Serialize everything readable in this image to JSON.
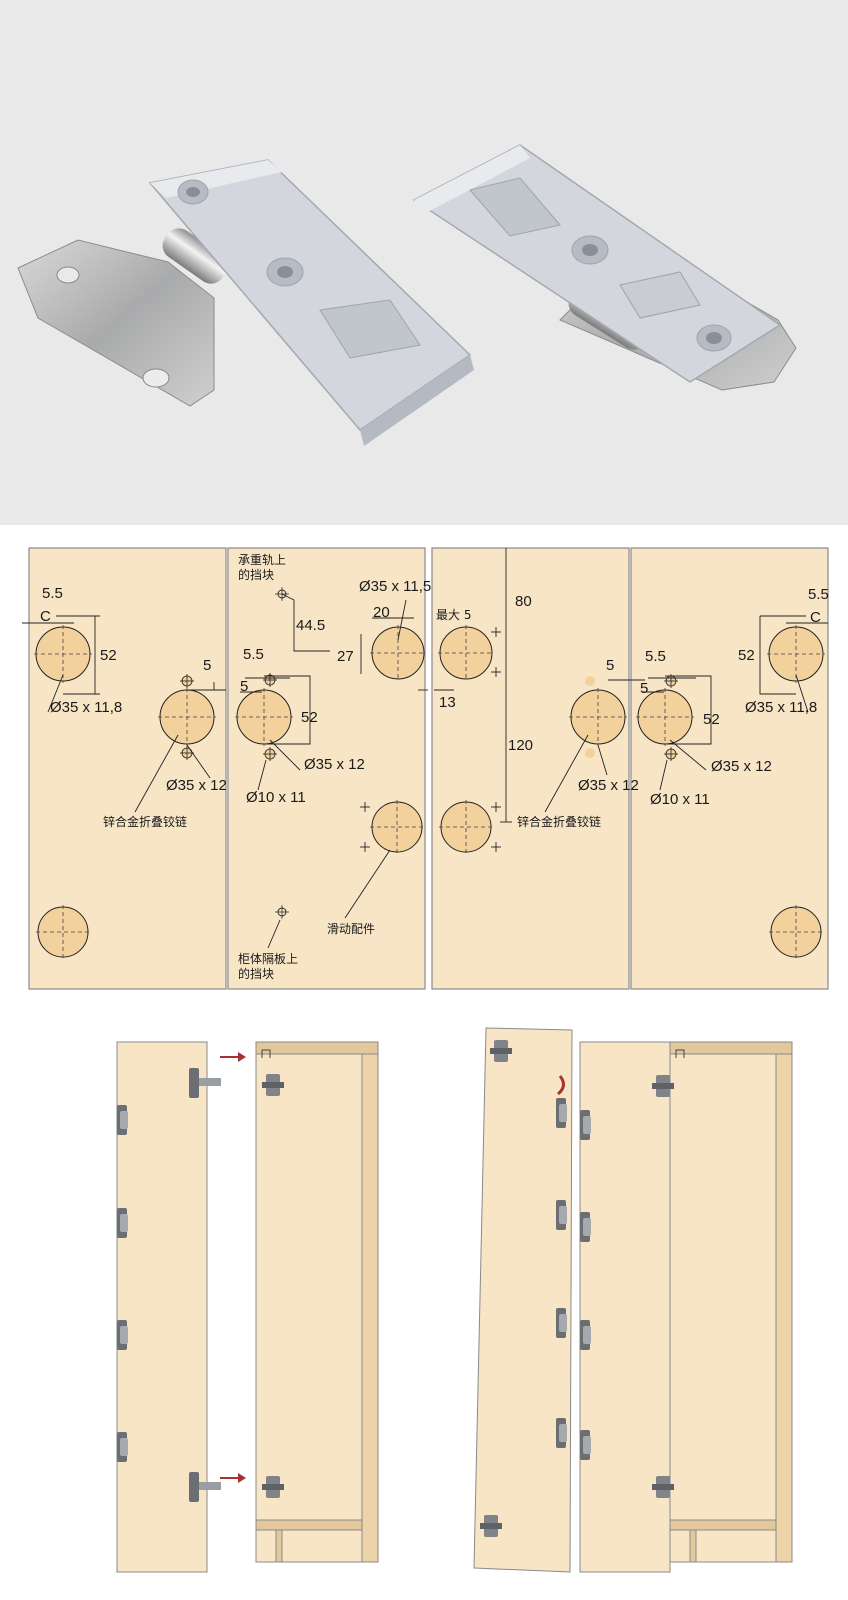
{
  "colors": {
    "photo_bg": "#ebebeb",
    "panel_fill": "#f7e5c6",
    "panel_stroke": "#8a8a8a",
    "hole_fill": "#f2d19d",
    "dimension_line": "#222222",
    "arrow_red": "#a83232",
    "hinge_plastic": "#d3d6dc",
    "hinge_metal": "#b9babb"
  },
  "photo": {
    "left_part": "folding-hinge-left-half",
    "right_part": "folding-hinge-right-half"
  },
  "drawing": {
    "panel1": {
      "dim_5_5": "5.5",
      "dim_c": "C",
      "dim_52": "52",
      "cup_label": "Ø35 x 11,8",
      "hinge_dim_5": "5",
      "hinge_cup_label": "Ø35 x 12",
      "hinge_note": "锌合金折叠铰链"
    },
    "panel2": {
      "top_note": "承重轨上\n的挡块",
      "dim_44_5": "44.5",
      "dim_20": "20",
      "dim_27": "27",
      "top_cup_label": "Ø35 x 11,5",
      "dim_5_5": "5.5",
      "dim_5": "5",
      "dim_52": "52",
      "cup_label": "Ø35 x 12",
      "pin_label": "Ø10 x 11",
      "slide_note": "滑动配件",
      "bottom_note": "柜体隔板上\n的挡块"
    },
    "panel3": {
      "max_label": "最大 5",
      "dim_13": "13",
      "dim_80": "80",
      "dim_120": "120",
      "dim_5": "5",
      "cup_label": "Ø35 x 12",
      "hinge_note": "锌合金折叠铰链"
    },
    "panel4": {
      "dim_5_5": "5.5",
      "dim_5": "5",
      "dim_52": "52",
      "cup_label": "Ø35 x 12",
      "pin_label": "Ø10 x 11",
      "top_dim_5_5": "5.5",
      "top_dim_c": "C",
      "top_dim_52": "52",
      "top_cup_label": "Ø35 x 11,8"
    }
  },
  "installation": {
    "left_scene": "install-step-attach",
    "right_scene": "install-step-fold"
  }
}
